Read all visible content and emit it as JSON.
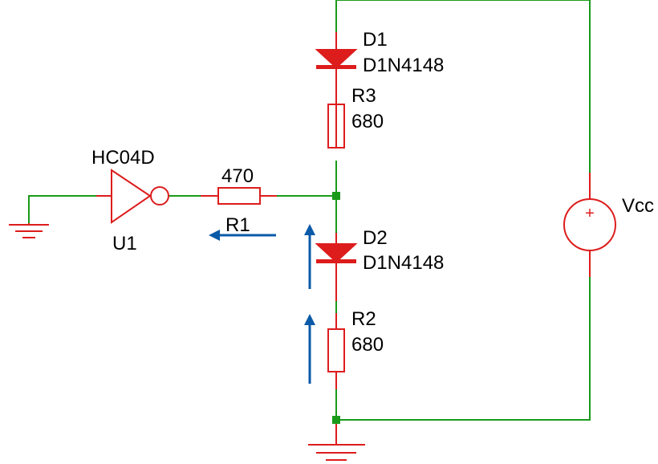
{
  "colors": {
    "wire": "#1a9a1a",
    "component": "#dd1c1c",
    "arrow": "#0a5aa8",
    "text": "#000000",
    "background": "#ffffff"
  },
  "labels": {
    "u1_part": "HC04D",
    "u1_ref": "U1",
    "r1_value": "470",
    "r1_ref": "R1",
    "d1_ref": "D1",
    "d1_part": "D1N4148",
    "r3_ref": "R3",
    "r3_value": "680",
    "d2_ref": "D2",
    "d2_part": "D1N4148",
    "r2_ref": "R2",
    "r2_value": "680",
    "vcc_ref": "Vcc",
    "vcc_plus": "+"
  },
  "icons": {
    "ground_left": "ground-icon",
    "ground_bottom": "ground-icon",
    "inverter": "inverter-icon",
    "diode": "diode-icon",
    "resistor": "resistor-icon",
    "source": "voltage-source-icon",
    "arrow": "current-arrow-icon"
  }
}
